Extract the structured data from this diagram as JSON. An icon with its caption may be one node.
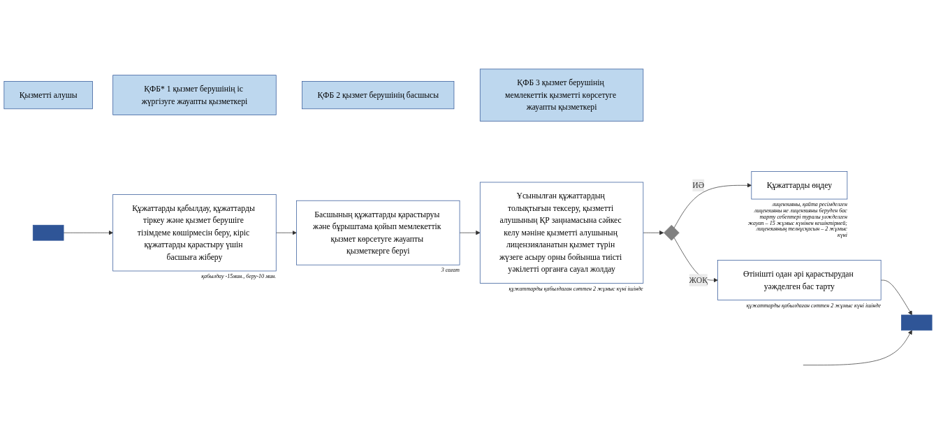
{
  "diagram": {
    "nodes": [
      {
        "text": [
          "Қызметті алушы"
        ]
      },
      {
        "text": [
          "ҚФБ* 1 қызмет берушінің іс жүргізуге жауапты қызметкері"
        ]
      },
      {
        "text": [
          "ҚФБ 2 қызмет берушінің басшысы"
        ]
      },
      {
        "text": [
          "ҚФБ 3 қызмет берушінің мемлекеттік қызметті көрсетуге жауапты қызметкері"
        ]
      },
      {
        "text": [],
        "shape": "box"
      },
      {
        "text": [
          "Құжаттарды қабылдау, құжаттарды тіркеу және қызмет берушіге тізімдеме көшірмесін беру, кіріс құжаттарды қарастыру үшін басшыға жіберу"
        ],
        "beside": [
          "қабылдау -15мин., беру-10 мин."
        ]
      },
      {
        "text": [
          "Басшының құжаттарды қарастыруы және бұрыштама қойып мемлекеттік қызмет көрсетуге жауапты қызметкерге беруі"
        ],
        "beside": [
          "3 сағат"
        ]
      },
      {
        "text": [
          "Ұсынылған құжаттардың толықтығын тексеру, қызметті алушының ҚР заңнамасына сәйкес келу мәніне қызметті алушының лицензияланатын қызмет түрін жүзеге асыру орны бойынша тиісті уәкілетті органға сауал жолдау"
        ],
        "beside": [
          "құжаттарды қабылдаған сәттен 2 жұмыс күні ішінде"
        ]
      },
      {
        "text": [],
        "shape": "diamond"
      },
      {
        "text": [
          "Құжаттарды өңдеу"
        ],
        "beside": [
          "лицензияны, қайта ресімделген лицензияны не лицензияны беруден бас тарту себептері туралы уәжделген жауап – 15 жұмыс күнінен кешіктірмей; лицензияның телнұсқасын – 2 жұмыс күні"
        ]
      },
      {
        "text": [
          "Өтінішті одан әрі қарастырудан уәжделген бас тарту"
        ],
        "beside": [
          "құжаттарды қабылдаған сәттен 2 жұмыс күні ішінде"
        ]
      },
      {
        "text": [],
        "shape": "box"
      }
    ],
    "edges": [
      {
        "from": 4,
        "to": 5,
        "arrow": "to"
      },
      {
        "from": 5,
        "to": 6,
        "arrow": "to"
      },
      {
        "from": 6,
        "to": 7,
        "arrow": "to"
      },
      {
        "from": 7,
        "to": 8,
        "arrow": "to"
      },
      {
        "from": 8,
        "to": 9,
        "arrow": "to",
        "label": "ИӘ"
      },
      {
        "from": 8,
        "to": 10,
        "arrow": "to",
        "label": "ЖОҚ"
      },
      {
        "from": 10,
        "to": 11,
        "arrow": "to"
      },
      {
        "from": null,
        "to": 11,
        "arrow": "to"
      }
    ]
  }
}
